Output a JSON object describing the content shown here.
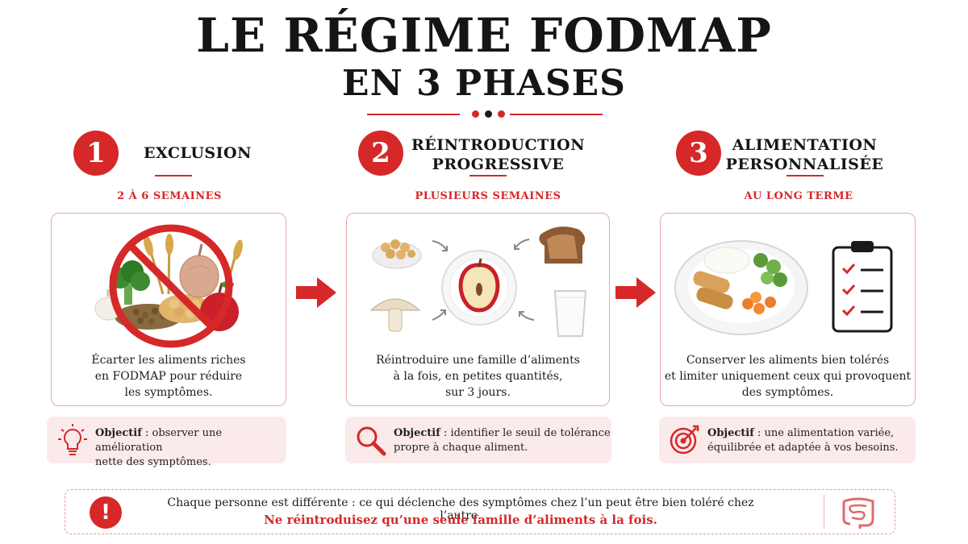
{
  "header": {
    "title_line1": "LE RÉGIME FODMAP",
    "title_line2": "EN 3 PHASES"
  },
  "colors": {
    "accent": "#d62828",
    "goal_bg": "#fbeaea",
    "card_border": "#e9a8a8"
  },
  "phases": [
    {
      "number": "1",
      "title_lines": [
        "EXCLUSION"
      ],
      "duration": "2 À 6 SEMAINES",
      "description_lines": [
        "Écarter les aliments riches",
        "en FODMAP pour réduire",
        "les symptômes."
      ],
      "goal_label": "Objectif",
      "goal_text_lines": [
        " : observer une amélioration",
        "nette des symptômes."
      ],
      "illustration_icons": [
        "forbidden-sign-icon",
        "broccoli-icon",
        "onion-icon",
        "apple-icon",
        "wheat-icon",
        "garlic-icon",
        "chickpeas-icon",
        "lentils-icon"
      ],
      "goal_icon": "lightbulb-icon"
    },
    {
      "number": "2",
      "title_lines": [
        "RÉINTRODUCTION",
        "PROGRESSIVE"
      ],
      "duration": "PLUSIEURS SEMAINES",
      "description_lines": [
        "Réintroduire une famille d’aliments",
        "à la fois, en petites quantités,",
        "sur 3 jours."
      ],
      "goal_label": "Objectif",
      "goal_text_lines": [
        " : identifier le seuil de tolérance",
        "propre à chaque aliment."
      ],
      "illustration_icons": [
        "chickpeas-bowl-icon",
        "bread-icon",
        "apple-plate-icon",
        "mushroom-icon",
        "milk-glass-icon",
        "cycle-arrow-icon"
      ],
      "goal_icon": "magnifier-icon"
    },
    {
      "number": "3",
      "title_lines": [
        "ALIMENTATION",
        "PERSONNALISÉE"
      ],
      "duration": "AU LONG TERME",
      "description_lines": [
        "Conserver les aliments bien tolérés",
        "et limiter uniquement ceux qui provoquent",
        "des symptômes."
      ],
      "goal_label": "Objectif",
      "goal_text_lines": [
        " : une alimentation variée,",
        "équilibrée et adaptée à vos besoins."
      ],
      "illustration_icons": [
        "meal-plate-icon",
        "checklist-clipboard-icon"
      ],
      "goal_icon": "target-icon"
    }
  ],
  "notice": {
    "icon": "exclamation-icon",
    "line1": "Chaque personne est différente : ce qui déclenche des symptômes chez l’un peut être bien toléré chez l’autre.",
    "line2": "Ne réintroduisez qu’une seule famille d’aliments à la fois.",
    "side_icon": "intestine-icon"
  }
}
